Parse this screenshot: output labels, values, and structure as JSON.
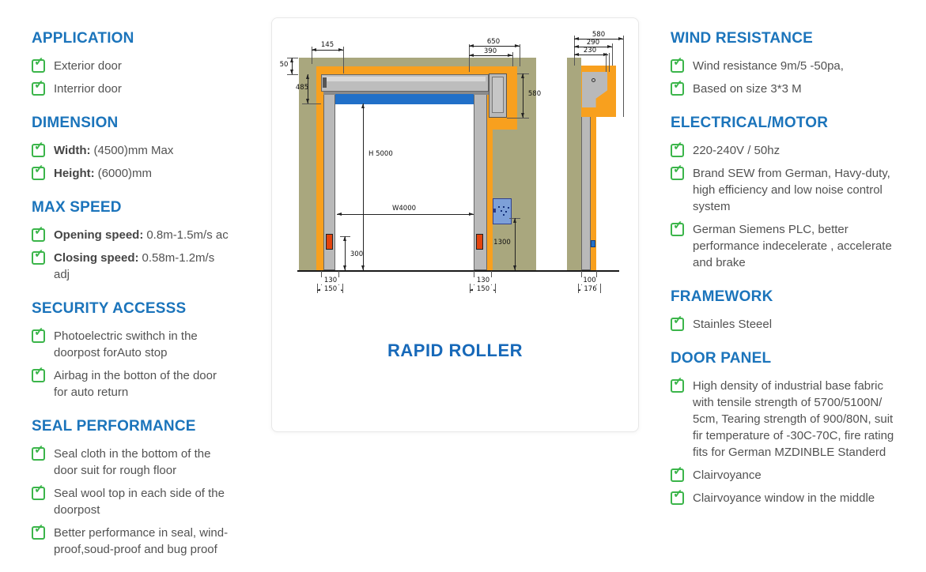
{
  "colors": {
    "accent_blue": "#1b74bb",
    "check_green": "#3bb54a",
    "body_text": "#525252",
    "wall_olive": "#a9a77e",
    "frame_orange": "#f8a01e",
    "steel_gray": "#b9b9b9",
    "curtain_blue": "#2170c8",
    "control_box_blue": "#7da0d8",
    "sensor_red": "#e2440e"
  },
  "icons": {
    "check": "✓"
  },
  "left_column": {
    "sections": [
      {
        "title": "APPLICATION",
        "items": [
          {
            "text": "Exterior door"
          },
          {
            "text": "Interrior door"
          }
        ]
      },
      {
        "title": "DIMENSION",
        "items": [
          {
            "prefix": "Width:",
            "text": "(4500)mm Max"
          },
          {
            "prefix": "Height:",
            "text": "(6000)mm"
          }
        ]
      },
      {
        "title": "MAX SPEED",
        "items": [
          {
            "prefix": "Opening speed:",
            "text": "0.8m-1.5m/s ac"
          },
          {
            "prefix": "Closing speed:",
            "text": "0.58m-1.2m/s adj"
          }
        ]
      },
      {
        "title": "SECURITY ACCESSS",
        "items": [
          {
            "text": "Photoelectric swithch in the doorpost forAuto stop"
          },
          {
            "text": "Airbag in the botton of the door for auto return"
          }
        ]
      },
      {
        "title": "SEAL PERFORMANCE",
        "items": [
          {
            "text": "Seal cloth in the bottom of the door suit for rough floor"
          },
          {
            "text": "Seal wool top in each side of the doorpost"
          },
          {
            "text": "Better performance in seal, wind-proof,soud-proof and bug proof"
          }
        ]
      }
    ]
  },
  "right_column": {
    "sections": [
      {
        "title": "WIND RESISTANCE",
        "items": [
          {
            "text": "Wind resistance 9m/5 -50pa,"
          },
          {
            "text": "Based on size 3*3 M"
          }
        ]
      },
      {
        "title": "ELECTRICAL/MOTOR",
        "items": [
          {
            "text": "220-240V / 50hz"
          },
          {
            "text": "Brand SEW from German, Havy-duty, high efficiency and low noise control system"
          },
          {
            "text": "German Siemens PLC, better performance indecelerate , accelerate and brake"
          }
        ]
      },
      {
        "title": "FRAMEWORK",
        "items": [
          {
            "text": "Stainles Steeel"
          }
        ]
      },
      {
        "title": "DOOR PANEL",
        "items": [
          {
            "text": "High density of industrial base fabric with tensile strength of 5700/5100N/ 5cm, Tearing strength of 900/80N, suit fir temperature of -30C-70C, fire rating fits for German MZDINBLE Standerd"
          },
          {
            "text": "Clairvoyance"
          },
          {
            "text": "Clairvoyance window in the middle"
          }
        ]
      }
    ]
  },
  "diagram": {
    "title": "RAPID ROLLER",
    "dims": {
      "top_left_width": "145",
      "left_offset": "50",
      "left_header_height": "485",
      "top_right_outer": "650",
      "top_right_inner": "390",
      "right_header_height": "580",
      "opening_height": "H 5000",
      "opening_width": "W4000",
      "control_height": "1300",
      "sensor_height": "300",
      "left_post_width": "130",
      "left_post_base": "150",
      "right_post_width": "130",
      "right_post_base": "150",
      "side_post_width": "100",
      "side_post_base": "176",
      "side_total": "580",
      "side_mid": "290",
      "side_inner": "230"
    }
  }
}
